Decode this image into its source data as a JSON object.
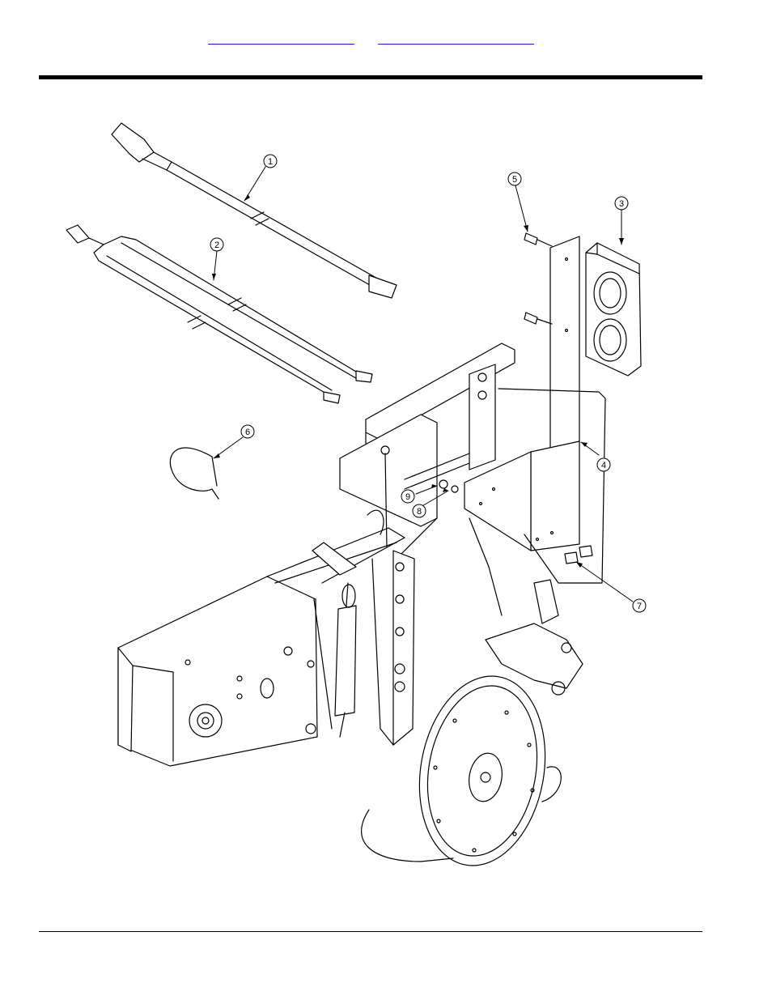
{
  "header": {
    "links": [
      "",
      ""
    ]
  },
  "diagram": {
    "callouts": [
      "1",
      "2",
      "3",
      "4",
      "5",
      "6",
      "7",
      "8",
      "9"
    ]
  }
}
